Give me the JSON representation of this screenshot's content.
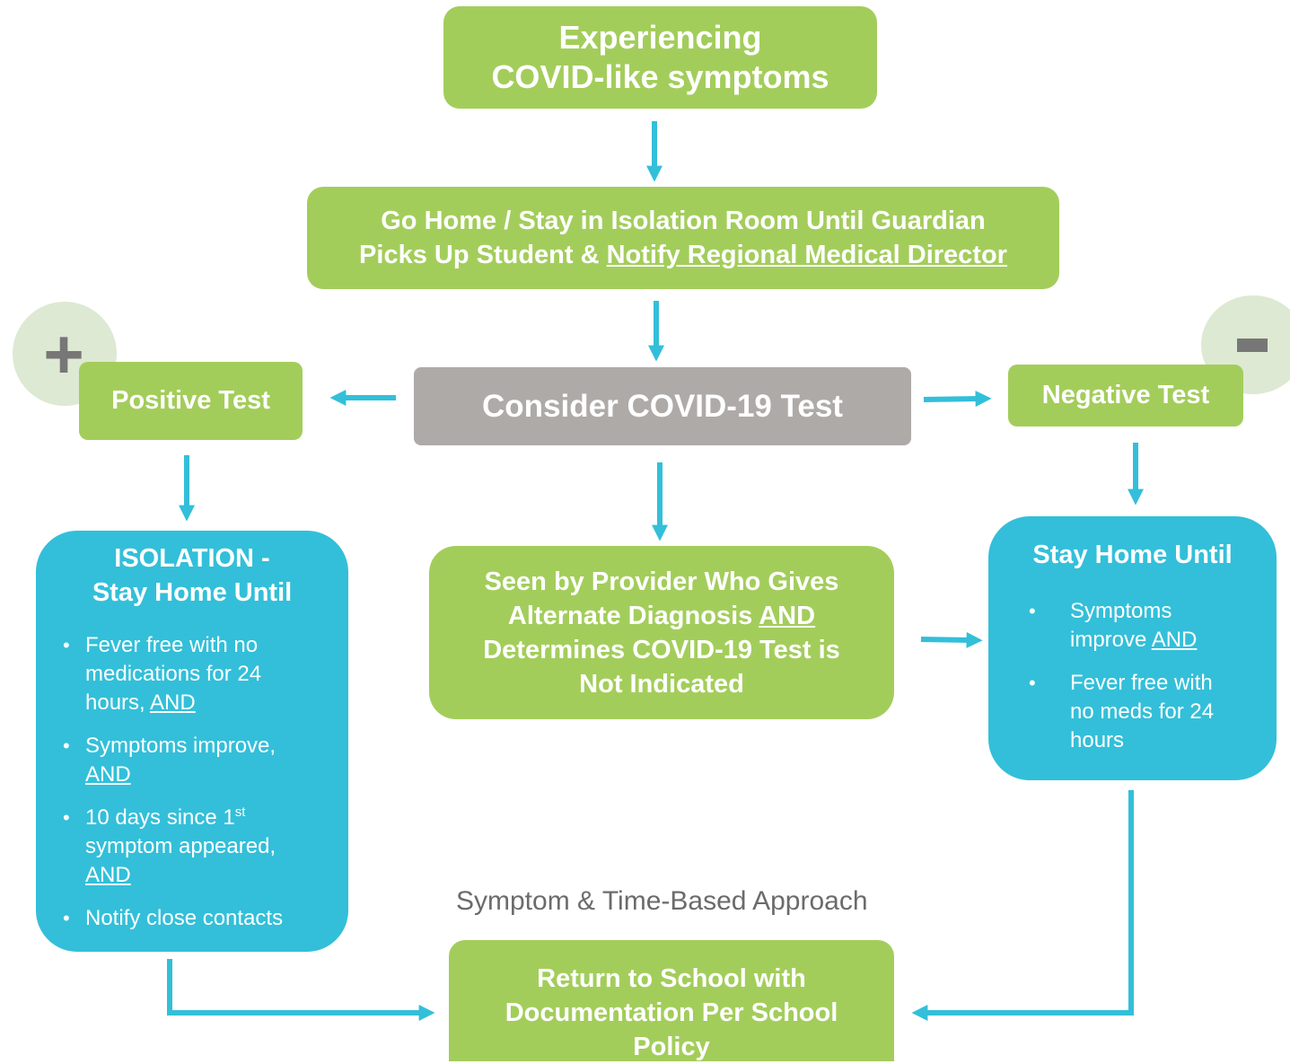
{
  "title": {
    "line1": "Experiencing",
    "line2": "COVID-like symptoms"
  },
  "go_home": {
    "line1": "Go Home / Stay in Isolation Room Until Guardian",
    "line2_plain": "Picks Up Student & ",
    "line2_link": "Notify Regional Medical Director"
  },
  "consider_test": "Consider COVID-19 Test",
  "positive": {
    "label": "Positive Test",
    "symbol": "+"
  },
  "negative": {
    "label": "Negative Test",
    "symbol": "−"
  },
  "isolation": {
    "title1": "ISOLATION -",
    "title2": "Stay Home Until",
    "items": [
      {
        "l1": "Fever free with no",
        "l2": "medications for 24",
        "l3": "hours, ",
        "and": "AND"
      },
      {
        "l1": "Symptoms improve,",
        "and": "AND"
      },
      {
        "l1a": "10 days since 1",
        "sup": "st",
        "l2": "symptom appeared,",
        "and": "AND"
      },
      {
        "l1": "Notify close contacts"
      }
    ]
  },
  "provider": {
    "line1": "Seen by Provider Who Gives",
    "line2_plain": "Alternate Diagnosis ",
    "line2_and": "AND",
    "line3": "Determines COVID-19 Test is",
    "line4": "Not Indicated"
  },
  "stay_home": {
    "title": "Stay Home Until",
    "items": [
      {
        "l1": "Symptoms",
        "l2": "improve ",
        "and": "AND"
      },
      {
        "l1": "Fever free with",
        "l2": "no meds for 24",
        "l3": "hours"
      }
    ]
  },
  "approach": "Symptom & Time-Based Approach",
  "return": {
    "line1": "Return to School with",
    "line2": "Documentation Per School",
    "line3": "Policy"
  },
  "colors": {
    "green": "#a3cd5b",
    "gray": "#aeaaa7",
    "blue": "#33bfd9",
    "circle": "#dde9d3",
    "symbol": "#777777",
    "caption": "#6b6b6b"
  }
}
